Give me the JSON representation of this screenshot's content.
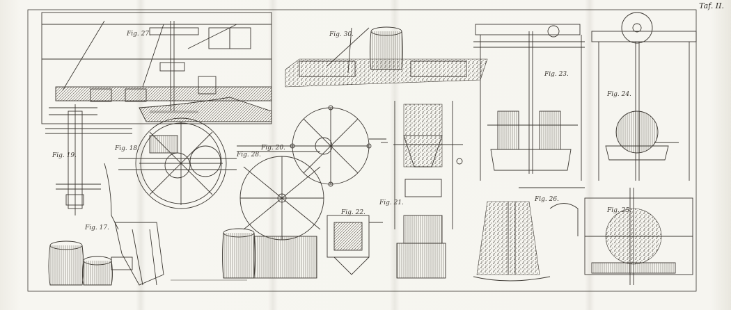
{
  "plate": {
    "title": "Taf. II.",
    "figures": [
      {
        "id": "f27",
        "label": "Fig. 27."
      },
      {
        "id": "f30",
        "label": "Fig. 30."
      },
      {
        "id": "f23",
        "label": "Fig. 23."
      },
      {
        "id": "f24",
        "label": "Fig. 24."
      },
      {
        "id": "f18",
        "label": "Fig. 18."
      },
      {
        "id": "f19",
        "label": "Fig. 19."
      },
      {
        "id": "f20",
        "label": "Fig. 20."
      },
      {
        "id": "f17",
        "label": "Fig. 17."
      },
      {
        "id": "f28",
        "label": "Fig. 28."
      },
      {
        "id": "f21",
        "label": "Fig. 21."
      },
      {
        "id": "f22",
        "label": "Fig. 22."
      },
      {
        "id": "f26",
        "label": "Fig. 26."
      },
      {
        "id": "f25",
        "label": "Fig. 25."
      }
    ]
  },
  "colors": {
    "paper": "#f4f2ec",
    "ink": "#3a3630"
  }
}
